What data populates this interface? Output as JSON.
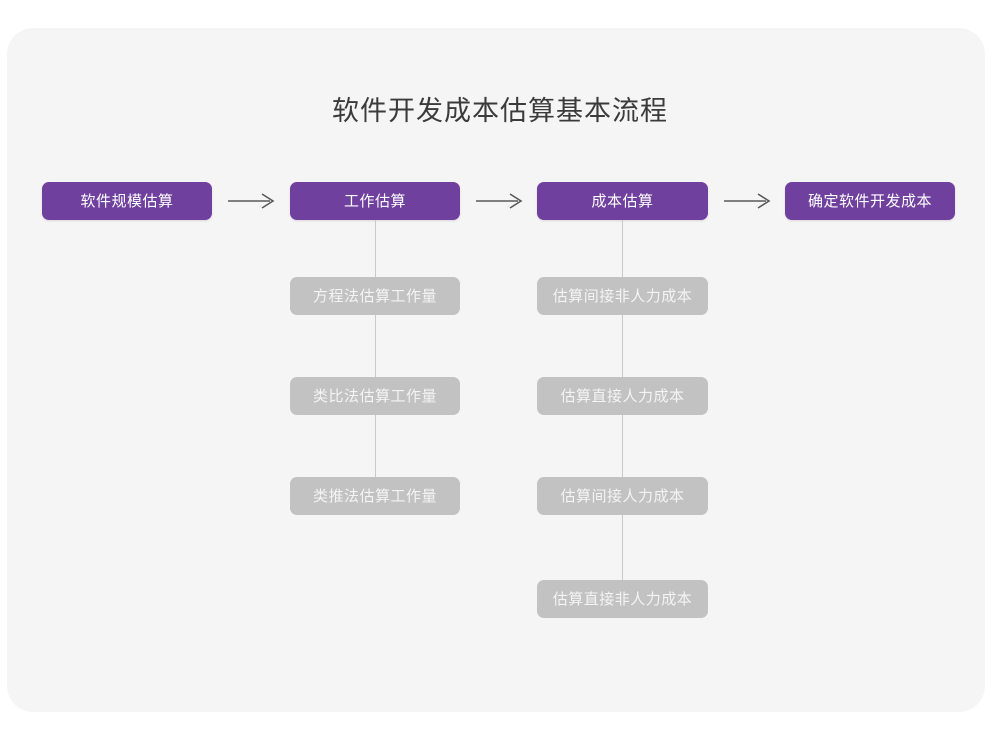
{
  "title": "软件开发成本估算基本流程",
  "colors": {
    "card_background": "#f5f5f6",
    "page_background": "#ffffff",
    "primary_node": "#70409e",
    "primary_node_text": "#ffffff",
    "sub_node": "#c2c2c2",
    "sub_node_text": "#f4f4f4",
    "connector": "#c9c9cb",
    "arrow": "#5a5a5a",
    "title_text": "#3b3b3b"
  },
  "flow": {
    "stages": [
      {
        "id": "stage-1",
        "label": "软件规模估算",
        "substeps": []
      },
      {
        "id": "stage-2",
        "label": "工作估算",
        "substeps": [
          "方程法估算工作量",
          "类比法估算工作量",
          "类推法估算工作量"
        ]
      },
      {
        "id": "stage-3",
        "label": "成本估算",
        "substeps": [
          "估算间接非人力成本",
          "估算直接人力成本",
          "估算间接人力成本",
          "估算直接非人力成本"
        ]
      },
      {
        "id": "stage-4",
        "label": "确定软件开发成本",
        "substeps": []
      }
    ],
    "connector_count": 3,
    "connector_glyph": "arrow-right"
  }
}
